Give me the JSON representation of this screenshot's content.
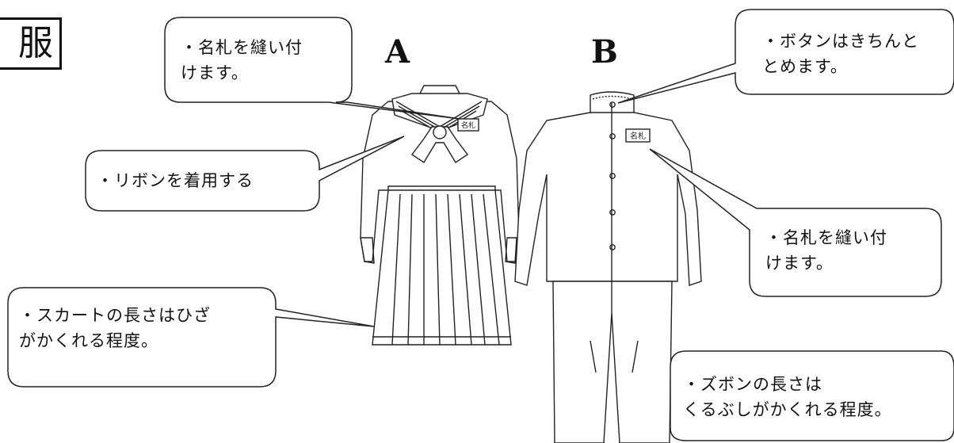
{
  "heading": "服",
  "labels": {
    "a": "A",
    "b": "B"
  },
  "callouts": {
    "nametag_a": "・名札を縫い付\nけます。",
    "ribbon": "・リボンを着用する",
    "skirt": "・スカートの長さはひざ\n がかくれる程度。",
    "buttons": "・ボタンはきちんと\n とめます。",
    "nametag_b": "・名札を縫い付\nけます。",
    "pants": "・ズボンの長さは\n くるぶしがかくれる程度。"
  },
  "badges": {
    "nametag": "名札"
  }
}
